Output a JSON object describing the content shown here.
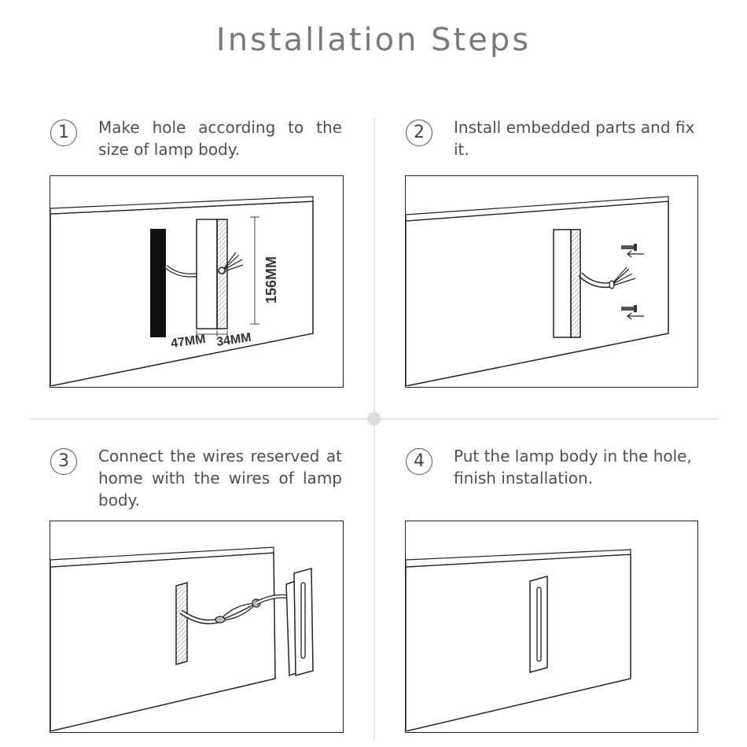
{
  "page": {
    "title": "Installation Steps"
  },
  "steps": [
    {
      "number": "1",
      "text": "Make hole according to the size of lamp body."
    },
    {
      "number": "2",
      "text": "Install embedded parts and fix it."
    },
    {
      "number": "3",
      "text": "Connect the wires reserved at home with the wires of lamp body."
    },
    {
      "number": "4",
      "text": "Put the lamp body in the hole, finish installation."
    }
  ],
  "dimensions": {
    "height": "156MM",
    "width": "47MM",
    "depth": "34MM"
  },
  "icons": [
    "screw-icon",
    "arrow-left-icon",
    "wire-bundle-icon"
  ]
}
